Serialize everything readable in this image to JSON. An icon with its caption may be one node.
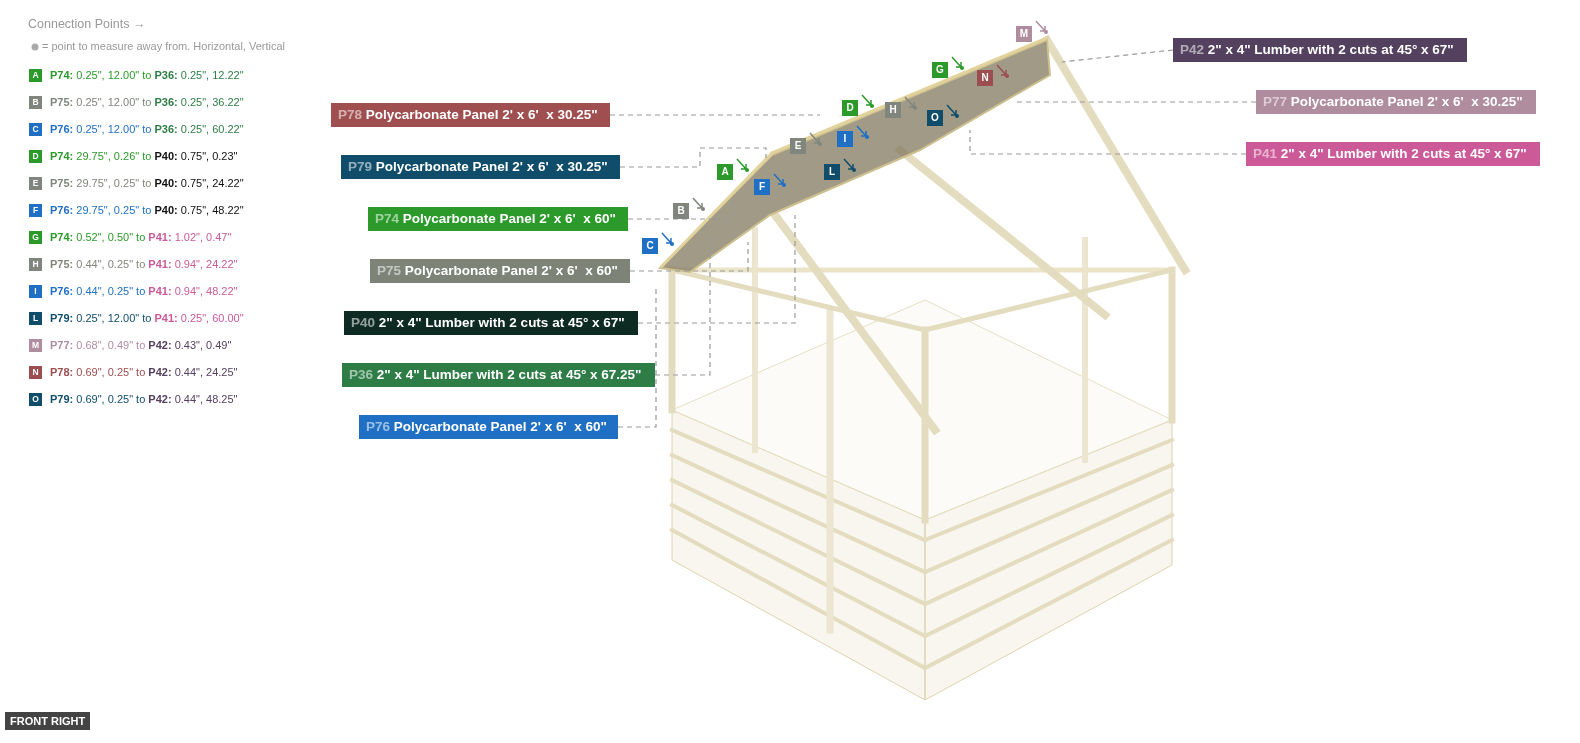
{
  "diagram": {
    "title": "Connection Points →",
    "nodes": [
      {
        "text": [
          "P42",
          "2\" x 4\" Lumber with 2 cuts at 45° x 67\""
        ]
      },
      {
        "text": [
          "P77",
          "Polycarbonate Panel 2' x 6'  x 30.25\""
        ]
      },
      {
        "text": [
          "P78",
          "Polycarbonate Panel 2' x 6'  x 30.25\""
        ]
      },
      {
        "text": [
          "P41",
          "2\" x 4\" Lumber with 2 cuts at 45° x 67\""
        ]
      },
      {
        "text": [
          "P79",
          "Polycarbonate Panel 2' x 6'  x 30.25\""
        ]
      },
      {
        "text": [
          "P74",
          "Polycarbonate Panel 2' x 6'  x 60\""
        ]
      },
      {
        "text": [
          "P75",
          "Polycarbonate Panel 2' x 6'  x 60\""
        ]
      },
      {
        "text": [
          "P40",
          "2\" x 4\" Lumber with 2 cuts at 45° x 67\""
        ]
      },
      {
        "text": [
          "P36",
          "2\" x 4\" Lumber with 2 cuts at 45° x 67.25\""
        ]
      },
      {
        "text": [
          "P76",
          "Polycarbonate Panel 2' x 6'  x 60\""
        ]
      },
      {
        "text": [
          "M"
        ]
      },
      {
        "text": [
          "G"
        ]
      },
      {
        "text": [
          "N"
        ]
      },
      {
        "text": [
          "D"
        ]
      },
      {
        "text": [
          "H"
        ]
      },
      {
        "text": [
          "O"
        ]
      },
      {
        "text": [
          "I"
        ]
      },
      {
        "text": [
          "E"
        ]
      },
      {
        "text": [
          "L"
        ]
      },
      {
        "text": [
          "A"
        ]
      },
      {
        "text": [
          "F"
        ]
      },
      {
        "text": [
          "B"
        ]
      },
      {
        "text": [
          "C"
        ]
      }
    ],
    "edges": [
      {
        "from": 0,
        "to": null,
        "arrow": "none",
        "style": "dashed"
      },
      {
        "from": 1,
        "to": null,
        "arrow": "none",
        "style": "dashed"
      },
      {
        "from": 2,
        "to": null,
        "arrow": "none",
        "style": "dashed"
      },
      {
        "from": 3,
        "to": null,
        "arrow": "none",
        "style": "dashed"
      },
      {
        "from": 4,
        "to": null,
        "arrow": "none",
        "style": "dashed"
      },
      {
        "from": 5,
        "to": null,
        "arrow": "none",
        "style": "dashed"
      },
      {
        "from": 6,
        "to": null,
        "arrow": "none",
        "style": "dashed"
      },
      {
        "from": 7,
        "to": null,
        "arrow": "none",
        "style": "dashed"
      },
      {
        "from": 8,
        "to": null,
        "arrow": "none",
        "style": "dashed"
      },
      {
        "from": 9,
        "to": null,
        "arrow": "none",
        "style": "dashed"
      }
    ],
    "labels": [
      "= point to measure away from. Horizontal, Vertical",
      "A",
      "**P74:** 0.25\", 12.00\" to **P36:** 0.25\", 12.22\"",
      "B",
      "**P75:** 0.25\", 12.00\" to **P36:** 0.25\", 36.22\"",
      "C",
      "**P76:** 0.25\", 12.00\" to **P36:** 0.25\", 60.22\"",
      "D",
      "**P74:** 29.75\", 0.26\" to **P40:** 0.75\", 0.23\"",
      "E",
      "**P75:** 29.75\", 0.25\" to **P40:** 0.75\", 24.22\"",
      "F",
      "**P76:** 29.75\", 0.25\" to **P40:** 0.75\", 48.22\"",
      "G",
      "**P74:** 0.52\", 0.50\" to **P41:** 1.02\", 0.47\"",
      "H",
      "**P75:** 0.44\", 0.25\" to **P41:** 0.94\", 24.22\"",
      "I",
      "**P76:** 0.44\", 0.25\" to **P41:** 0.94\", 48.22\"",
      "L",
      "**P79:** 0.25\", 12.00\" to **P41:** 0.25\", 60.00\"",
      "M",
      "**P77:** 0.68\", 0.49\" to **P42:** 0.43\", 0.49\"",
      "N",
      "**P78:** 0.69\", 0.25\" to **P42:** 0.44\", 24.25\"",
      "O",
      "**P79:** 0.69\", 0.25\" to **P42:** 0.44\", 48.25\"",
      "FRONT RIGHT"
    ]
  }
}
